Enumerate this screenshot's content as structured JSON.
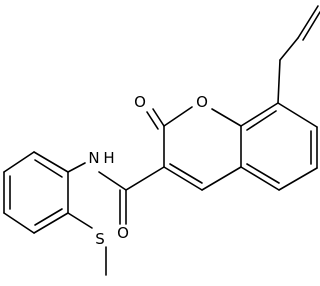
{
  "atoms": {
    "o_carbonyl_lactone": "O",
    "o_ring": "O",
    "n_amide": "N",
    "h_amide": "H",
    "o_amide": "O",
    "s_thioether": "S"
  },
  "colors": {
    "bond": "#000000",
    "label": "#000000",
    "background": "#ffffff"
  }
}
